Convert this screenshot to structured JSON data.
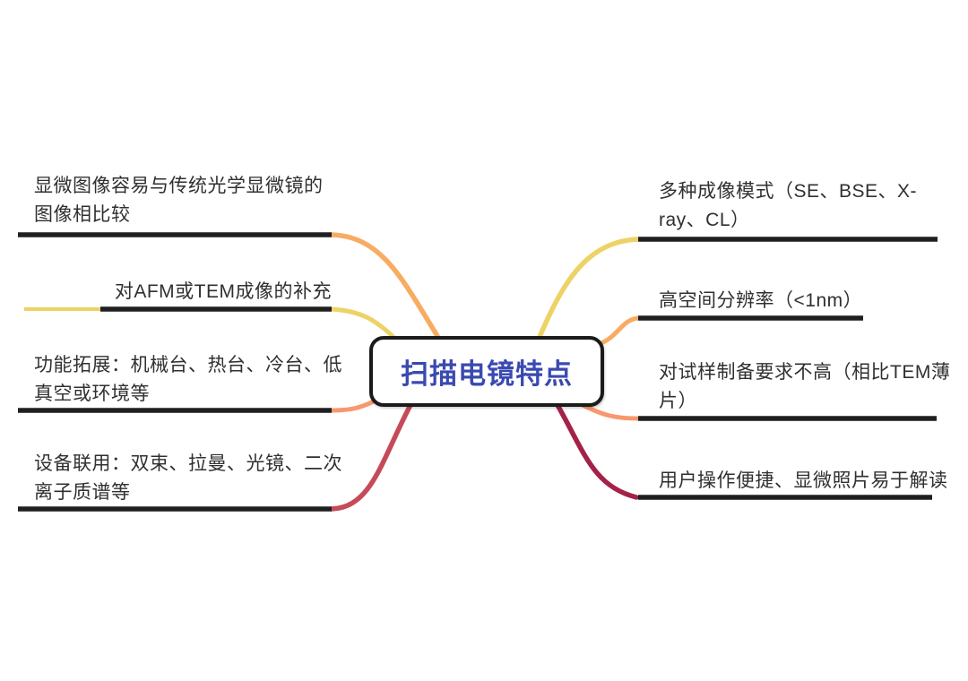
{
  "central_node": {
    "label": "扫描电镜特点",
    "text_color": "#3a49b1",
    "border_color": "#1b1b1b"
  },
  "colors": {
    "line": "#1f1f1f",
    "orange": "#f8ac62",
    "yellow": "#edd266",
    "salmon": "#f8986e",
    "red": "#c64a58",
    "crimson": "#a42247"
  },
  "branches": {
    "left": [
      {
        "label": "显微图像容易与传统光学显微镜的图像相比较",
        "branch_color": "orange"
      },
      {
        "label": "对AFM或TEM成像的补充",
        "branch_color": "yellow"
      },
      {
        "label": "功能拓展：机械台、热台、冷台、低真空或环境等",
        "branch_color": "salmon"
      },
      {
        "label": "设备联用：双束、拉曼、光镜、二次离子质谱等",
        "branch_color": "red"
      }
    ],
    "right": [
      {
        "label": "多种成像模式（SE、BSE、X-ray、CL）",
        "branch_color": "yellow"
      },
      {
        "label": "高空间分辨率（<1nm）",
        "branch_color": "orange"
      },
      {
        "label": "对试样制备要求不高（相比TEM薄片）",
        "branch_color": "salmon"
      },
      {
        "label": "用户操作便捷、显微照片易于解读",
        "branch_color": "crimson"
      }
    ]
  }
}
